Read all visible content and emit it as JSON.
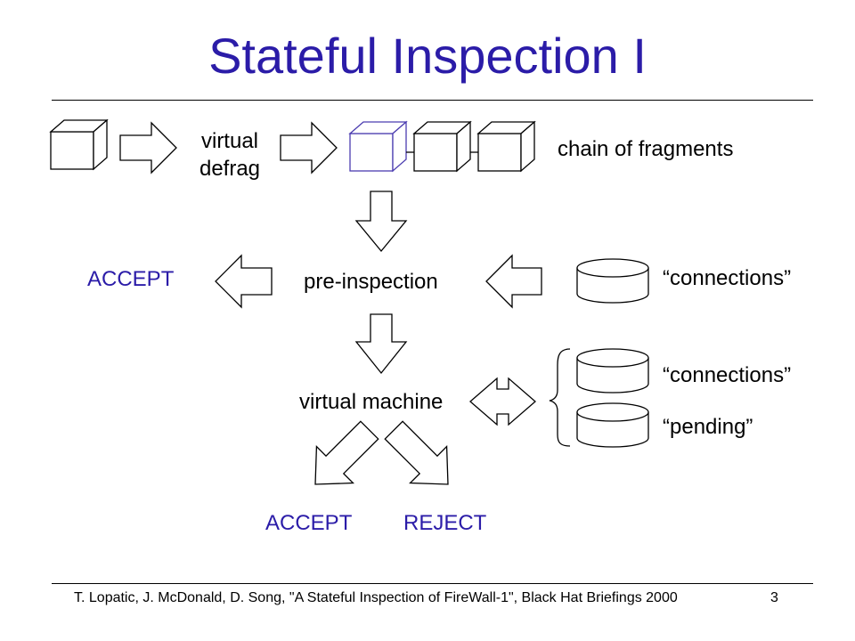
{
  "colors": {
    "title": "#2b1ca8",
    "accent": "#2b1ca8",
    "text": "#000000",
    "line": "#000000",
    "fragment_highlight": "#4b3cb0"
  },
  "title": "Stateful Inspection I",
  "labels": {
    "virtual_line1": "virtual",
    "virtual_line2": "defrag",
    "chain": "chain of fragments",
    "accept_top": "ACCEPT",
    "preinspection": "pre-inspection",
    "connections1": "“connections”",
    "virtual_machine": "virtual machine",
    "connections2": "“connections”",
    "pending": "“pending”",
    "accept_bottom": "ACCEPT",
    "reject": "REJECT"
  },
  "footer": {
    "citation": "T. Lopatic, J. McDonald, D. Song, \"A Stateful Inspection of FireWall-1\", Black Hat Briefings 2000",
    "page_number": "3"
  }
}
